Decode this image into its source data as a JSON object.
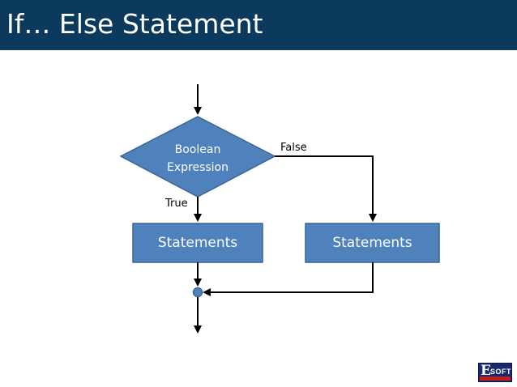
{
  "slide": {
    "title": "If… Else Statement"
  },
  "diagram": {
    "decision": {
      "line1": "Boolean",
      "line2": "Expression"
    },
    "true_statements": "Statements",
    "false_statements": "Statements",
    "false_label": "False",
    "true_label": "True"
  },
  "logo": {
    "letter": "E",
    "rest": "SOFT"
  },
  "colors": {
    "title_bar": "#0b3a5c",
    "shape_fill": "#4f81bd",
    "shape_stroke": "#3a6594",
    "arrow": "#000000"
  }
}
